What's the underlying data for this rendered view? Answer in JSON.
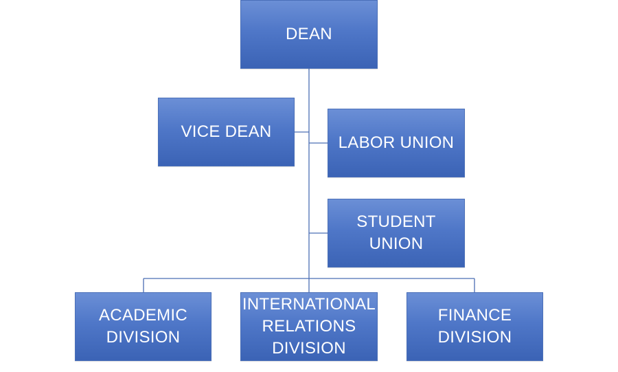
{
  "diagram": {
    "nodes": {
      "dean": "DEAN",
      "vice_dean": "VICE DEAN",
      "labor_union": "LABOR UNION",
      "student_union": "STUDENT\nUNION",
      "academic_division": "ACADEMIC\nDIVISION",
      "international_relations_division": "INTERNATIONAL\nRELATIONS\nDIVISION",
      "finance_division": "FINANCE\nDIVISION"
    },
    "edges": [
      {
        "from": "dean",
        "to": "vice_dean"
      },
      {
        "from": "dean",
        "to": "labor_union"
      },
      {
        "from": "dean",
        "to": "student_union"
      },
      {
        "from": "dean",
        "to": "academic_division"
      },
      {
        "from": "dean",
        "to": "international_relations_division"
      },
      {
        "from": "dean",
        "to": "finance_division"
      }
    ],
    "colors": {
      "box_fill": "#4f77c8",
      "connector": "#4a6db3",
      "text": "#ffffff"
    }
  }
}
